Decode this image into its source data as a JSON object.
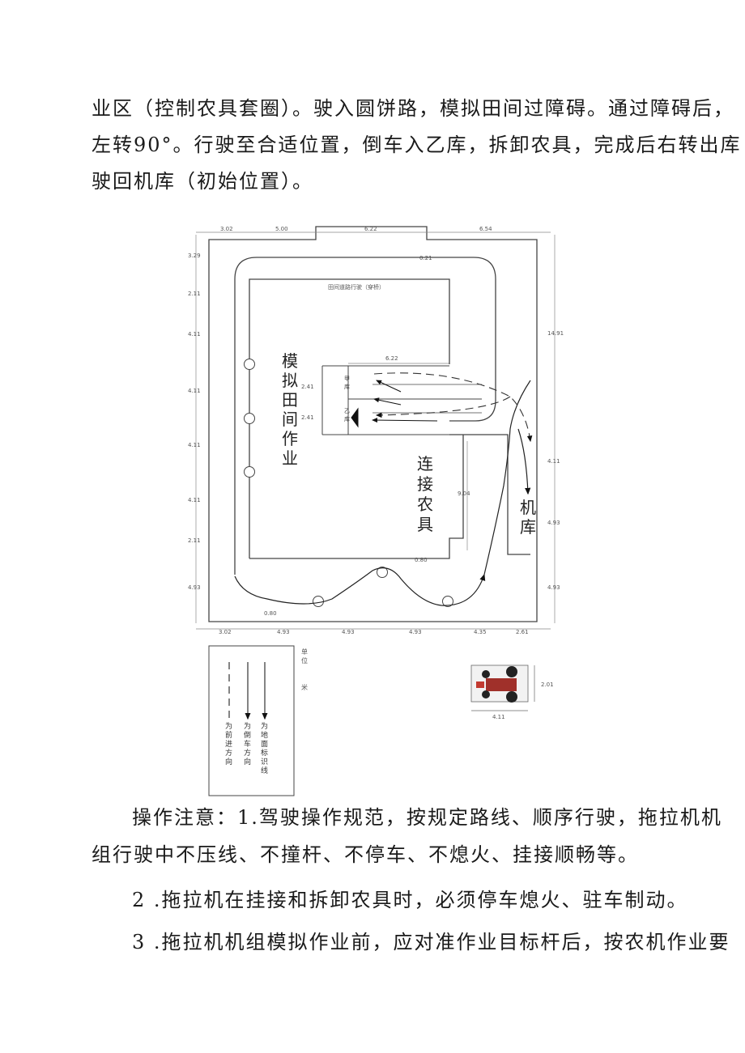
{
  "intro_lines": [
    "业区（控制农具套圈）。驶入圆饼路，模拟田间过障碍。通过障碍后，",
    "左转90°。行驶至合适位置，倒车入乙库，拆卸农具，完成后右转出库",
    "驶回机库（初始位置）。"
  ],
  "diagram": {
    "top_dims": [
      "3.02",
      "5.00",
      "6.22",
      "6.54"
    ],
    "left_dims": [
      "3.29",
      "2.11",
      "4.11",
      "4.11",
      "4.11",
      "4.11",
      "2.11",
      "4.93"
    ],
    "bottom_dims": [
      "3.02",
      "4.93",
      "4.93",
      "4.93",
      "4.35",
      "2.61"
    ],
    "right_dims": [
      "14.91",
      "4.11",
      "4.93",
      "4.93"
    ],
    "inner_dims": [
      "0.21",
      "6.22",
      "2.41",
      "2.41",
      "9.04",
      "0.80",
      "0.80"
    ],
    "road_label": "田间道路行驶（穿桥）",
    "field_label": "模拟田间作业",
    "connect_label": "连接农具",
    "garage_label": "机库",
    "bay_a_label": "甲库",
    "bay_b_label": "乙库",
    "unit_label": "单位 米",
    "legend": [
      "为前进方向",
      "为倒车方向",
      "为地面标识线"
    ],
    "tractor_width": "2.01",
    "tractor_length": "4.11"
  },
  "notes": {
    "line1": "操作注意：1.驾驶操作规范，按规定路线、顺序行驶，拖拉机机",
    "line2": "组行驶中不压线、不撞杆、不停车、不熄火、挂接顺畅等。",
    "item2": "2 .拖拉机在挂接和拆卸农具时，必须停车熄火、驻车制动。",
    "item3": "3 .拖拉机机组模拟作业前，应对准作业目标杆后，按农机作业要"
  }
}
